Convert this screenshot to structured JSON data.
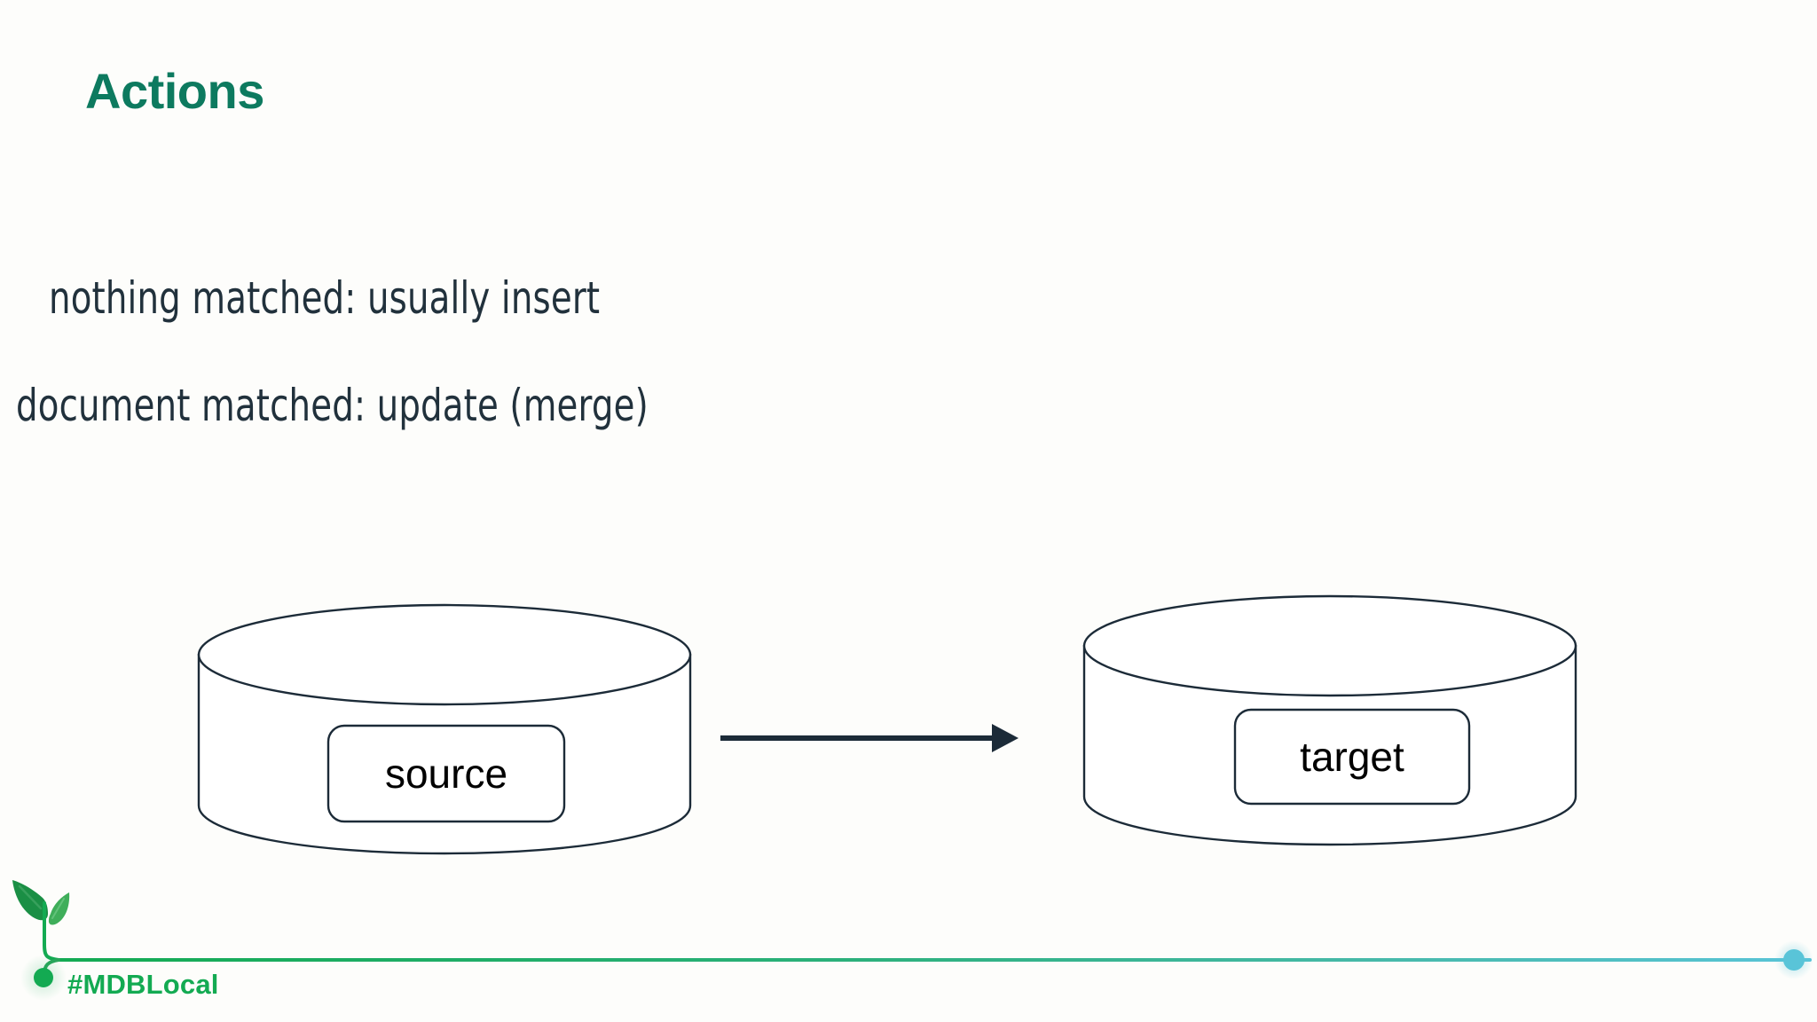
{
  "slide": {
    "title": "Actions",
    "background_color": "#fdfdfb",
    "title_color": "#0d7a5f",
    "body_text_color": "#21313c"
  },
  "body": {
    "lines": [
      "nothing matched: usually insert",
      "document matched: update (merge)"
    ]
  },
  "diagram": {
    "type": "flow",
    "stroke_color": "#1c2b38",
    "source": {
      "shape": "cylinder",
      "label": "source"
    },
    "target": {
      "shape": "cylinder",
      "label": "target"
    },
    "connector": {
      "type": "arrow",
      "direction": "right",
      "color": "#1c2b38"
    }
  },
  "footer": {
    "hashtag": "#MDBLocal",
    "hashtag_color": "#13aa52",
    "line_gradient_start": "#13aa52",
    "line_gradient_end": "#59c4d8",
    "leaf_dark_color": "#1a8f45",
    "leaf_light_color": "#3fae5a",
    "stem_color": "#29a55b",
    "node_left_color": "#13aa52",
    "node_right_color": "#59c4d8"
  }
}
